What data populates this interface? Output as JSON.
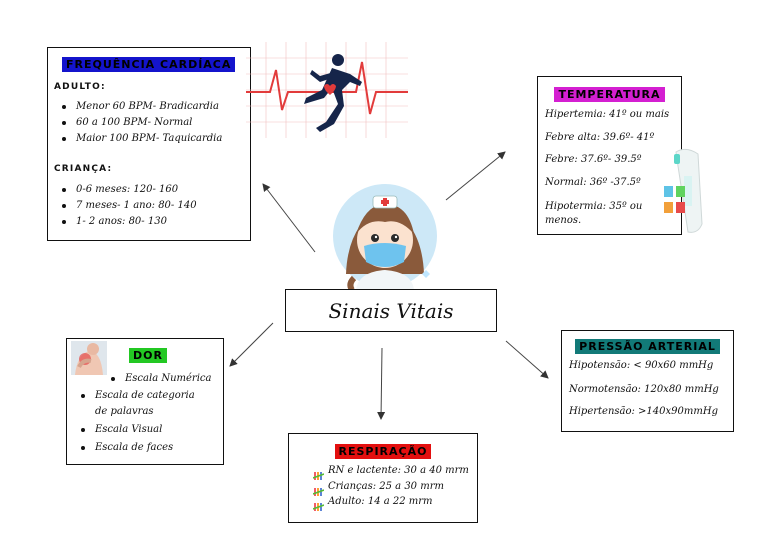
{
  "center_title": "Sinais Vitais",
  "colors": {
    "freq_header_bg": "#1414cc",
    "temp_header_bg": "#d41fd1",
    "pressao_header_bg": "#127a78",
    "resp_header_bg": "#e30f0f",
    "dor_header_bg": "#23c823",
    "heartbeat_line": "#e23b3b"
  },
  "frequencia": {
    "title": "FREQUÊNCIA CARDÍACA",
    "adult_label": "ADULTO:",
    "adult_items": [
      "Menor 60 BPM- Bradicardia",
      "60 a 100 BPM- Normal",
      "Maior 100 BPM- Taquicardia"
    ],
    "child_label": "CRIANÇA:",
    "child_items": [
      "0-6 meses: 120- 160",
      "7 meses- 1 ano: 80- 140",
      "1- 2 anos: 80- 130"
    ]
  },
  "temperatura": {
    "title": "TEMPERATURA",
    "lines": [
      "Hipertemia: 41º ou mais",
      "Febre alta: 39.6º- 41º",
      "Febre: 37.6º- 39.5º",
      "Normal: 36º -37.5º",
      "Hipotermia: 35º ou menos."
    ]
  },
  "pressao": {
    "title": "PRESSÃO ARTERIAL",
    "lines": [
      "Hipotensão: < 90x60 mmHg",
      "Normotensão: 120x80 mmHg",
      "Hipertensão: >140x90mmHg"
    ]
  },
  "respiracao": {
    "title": "RESPIRAÇÃO",
    "lines": [
      "RN e lactente: 30 a 40 mrm",
      "Crianças: 25 a 30 mrm",
      "Adulto: 14 a 22 mrm"
    ],
    "bullet_icon": "tally-marks-icon"
  },
  "dor": {
    "title": "DOR",
    "first_item": "Escala Numérica",
    "items": [
      "Escala de categoria de palavras",
      "Escala Visual",
      "Escala de faces"
    ]
  },
  "images": {
    "heartbeat": "runner-heartbeat-icon",
    "nurse": "nurse-mask-icon",
    "thermometer": "thermometer-icon",
    "pain": "shoulder-pain-icon"
  }
}
